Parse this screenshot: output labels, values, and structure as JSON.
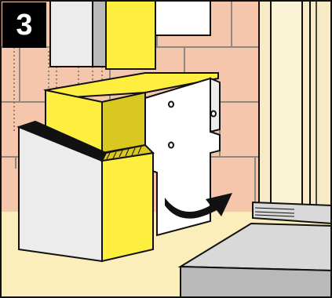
{
  "step": {
    "number": "3"
  },
  "illustration": {
    "icons": [
      "insulation-panel",
      "metal-cladding-panel",
      "gypsum-board",
      "rotate-arrow",
      "door-frame",
      "door-threshold",
      "door-step",
      "brick-wall"
    ]
  },
  "colors": {
    "brick": "#f5c6ab",
    "mortar": "#8e8882",
    "insulation": "#fdee3f",
    "insulation_shade": "#d8c81f",
    "board": "#ffffff",
    "cladding_light": "#ececec",
    "cladding_shade": "#b9b9b9",
    "floor": "#fbeebb",
    "door_frame": "#f7ebc6",
    "outline": "#111111",
    "badge_bg": "#000000",
    "badge_text": "#ffffff"
  }
}
